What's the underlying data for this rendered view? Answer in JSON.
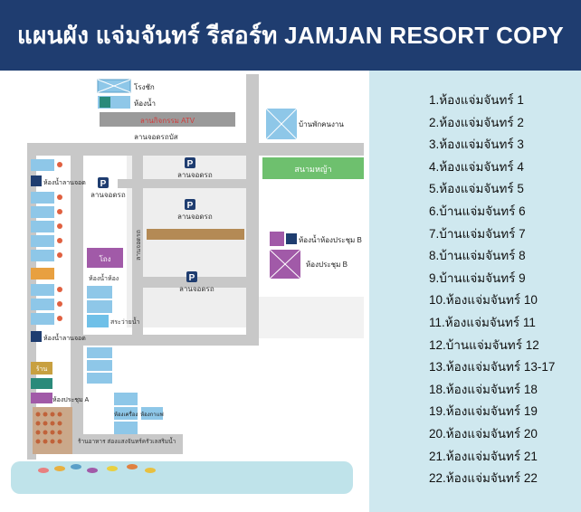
{
  "header": {
    "title": "แผนผัง แจ่มจันทร์ รีสอร์ท JAMJAN RESORT COPY"
  },
  "map": {
    "labels": {
      "temple": "โรงชัก",
      "restroom_top": "ห้องน้ำ",
      "atv_area": "ลานกิจกรรม ATV",
      "staff_house": "บ้านพักคนงาน",
      "bus_parking": "ลานจอดรถบัส",
      "football_field": "สนามหญ้า",
      "parking_1": "ลานจอดรถ",
      "parking_2": "ลานจอดรถ",
      "parking_3": "ลานจอดรถ",
      "parking_4": "ลานจอดรถ",
      "parking_road": "ลานจอดรถ",
      "restroom_left": "ห้องน้ำลานจอด",
      "restroom_meeting_b": "ห้องน้ำห้องประชุม B",
      "meeting_b": "ห้องประชุม B",
      "meeting_a": "ห้องประชุม A",
      "hall": "โถง",
      "restroom_mid": "ห้องน้ำห้อง",
      "pool": "สระว่ายน้ำ",
      "restroom_left2": "ห้องน้ำลานจอด",
      "shop": "ร้าน",
      "cafe": "ห้องกาแฟ",
      "reception": "ห้องเครื่อง",
      "restaurant": "ร้านอาหาร ส่องแสงจันทร์ครัวเลสริมน้ำ"
    },
    "icons": [
      "parking-icon",
      "restroom-icon",
      "building-icon"
    ]
  },
  "legend": {
    "items": [
      "1.ห้องแจ่มจันทร์ 1",
      "2.ห้องแจ่มจันทร์ 2",
      "3.ห้องแจ่มจันทร์ 3",
      "4.ห้องแจ่มจันทร์ 4",
      "5.ห้องแจ่มจันทร์ 5",
      "6.บ้านแจ่มจันทร์ 6",
      "7.บ้านแจ่มจันทร์ 7",
      "8.บ้านแจ่มจันทร์ 8",
      "9.บ้านแจ่มจันทร์ 9",
      "10.ห้องแจ่มจันทร์ 10",
      "11.ห้องแจ่มจันทร์ 11",
      "12.บ้านแจ่มจันทร์ 12",
      "13.ห้องแจ่มจันทร์ 13-17",
      "18.ห้องแจ่มจันทร์ 18",
      "19.ห้องแจ่มจันทร์ 19",
      "20.ห้องแจ่มจันทร์ 20",
      "21.ห้องแจ่มจันทร์ 21",
      "22.ห้องแจ่มจันทร์ 22"
    ]
  },
  "colors": {
    "header_bg": "#1f3d70",
    "legend_bg": "#cfe8ef",
    "road": "#cfcfcf",
    "building": "#8ec7e8",
    "green": "#6ec06e",
    "purple": "#a15aa8",
    "water": "#bfe3ea"
  }
}
